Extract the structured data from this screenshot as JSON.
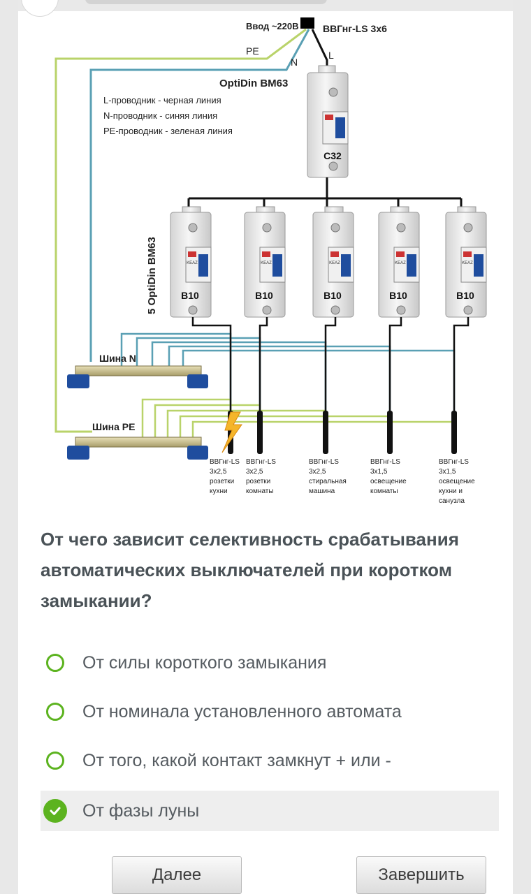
{
  "diagram": {
    "input_label": "Ввод ~220В",
    "cable_label": "ВВГнг-LS 3х6",
    "wire_pe": "PE",
    "wire_n": "N",
    "wire_l": "L",
    "main_breaker_model": "OptiDin BM63",
    "legend": [
      "L-проводник  - черная линия",
      "N-проводник - синяя линия",
      "PE-проводник - зеленая линия"
    ],
    "main_breaker_rating": "C32",
    "group_label": "5 OptiDin BM63",
    "breaker_brand": "KEAZ",
    "breakers": [
      "B10",
      "B10",
      "B10",
      "B10",
      "B10"
    ],
    "bus_n_label": "Шина N",
    "bus_pe_label": "Шина PE",
    "circuits": [
      [
        "ВВГнг-LS",
        "3х2,5",
        "розетки",
        "кухни"
      ],
      [
        "ВВГнг-LS",
        "3х2,5",
        "розетки",
        "комнаты"
      ],
      [
        "ВВГнг-LS",
        "3х2,5",
        "стиральная",
        "машина"
      ],
      [
        "ВВГнг-LS",
        "3х1,5",
        "освещение",
        "комнаты"
      ],
      [
        "ВВГнг-LS",
        "3х1,5",
        "освещение",
        "кухни и",
        "санузла"
      ]
    ]
  },
  "question": {
    "text": "От чего зависит селективность срабатывания автоматических выключателей при коротком замыкании?",
    "options": [
      {
        "label": "От силы короткого замыкания",
        "selected": false
      },
      {
        "label": "От номинала установленного автомата",
        "selected": false
      },
      {
        "label": "От того, какой контакт замкнут + или -",
        "selected": false
      },
      {
        "label": "От фазы луны",
        "selected": true
      }
    ]
  },
  "buttons": {
    "next": "Далее",
    "finish": "Завершить"
  },
  "colors": {
    "accent_green": "#5cb31f",
    "wire_pe": "#b9d36a",
    "wire_n": "#5aa0b4",
    "wire_l": "#111111",
    "bus_insulator": "#1f4d9e",
    "question_text": "#4a5257"
  },
  "icons": {
    "radio": "radio-circle-icon",
    "checked": "check-circle-icon",
    "lightning": "lightning-icon"
  }
}
